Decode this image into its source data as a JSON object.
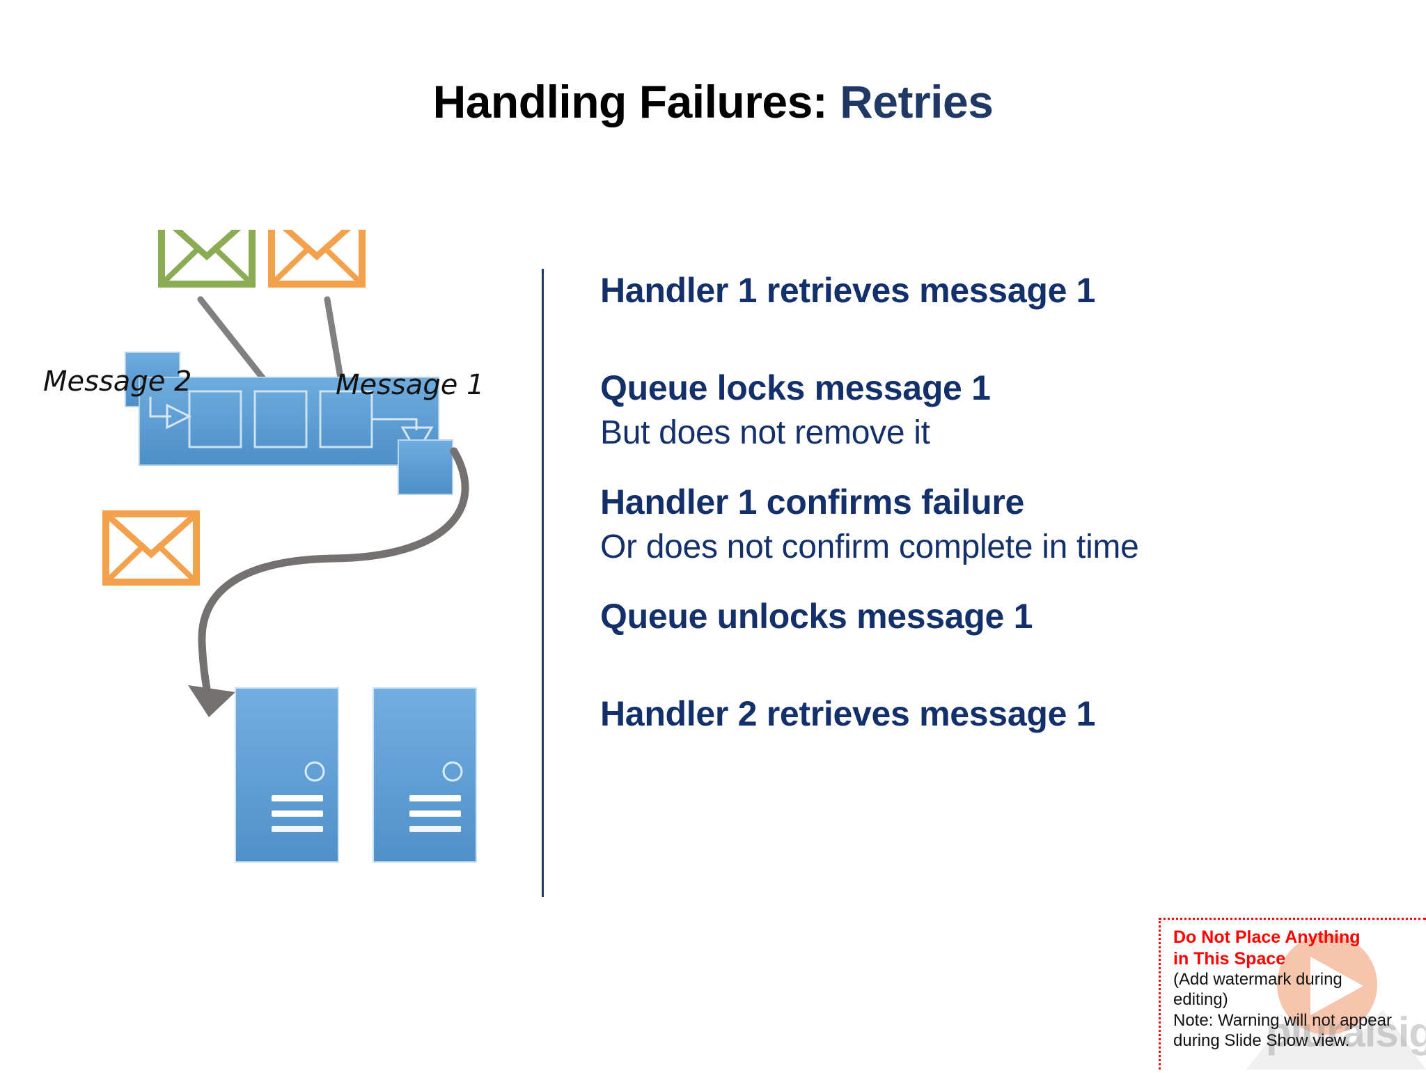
{
  "title": {
    "main": "Handling Failures:",
    "accent": "Retries"
  },
  "colors": {
    "title_black": "#000000",
    "title_accent": "#1F3864",
    "bullet_navy": "#14306B",
    "divider": "#1F3864",
    "queue_blue": "#5B9BD5",
    "server_blue": "#5B9BD5",
    "envelope_green": "#8CAB55",
    "envelope_orange": "#F4A14E",
    "arrow_gray": "#767171",
    "warning_red": "#FF0000",
    "watermark_salmon": "#F7C0A8"
  },
  "bullets": [
    {
      "head": "Handler 1 retrieves message 1",
      "sub": ""
    },
    {
      "head": "Queue locks message 1",
      "sub": "But does not remove it"
    },
    {
      "head": "Handler 1 confirms failure",
      "sub": "Or does not confirm complete in time"
    },
    {
      "head": "Queue unlocks message 1",
      "sub": ""
    },
    {
      "head": "Handler 2 retrieves message 1",
      "sub": ""
    }
  ],
  "diagram": {
    "labels": {
      "message_2": "Message 2",
      "message_1": "Message 1"
    },
    "envelopes": [
      {
        "name": "message-2-envelope",
        "color": "#8CAB55"
      },
      {
        "name": "message-1-envelope",
        "color": "#F4A14E"
      },
      {
        "name": "requeued-message-envelope",
        "color": "#F4A14E"
      }
    ],
    "queue_slots": 3,
    "servers": 2
  },
  "warning": {
    "line1": "Do Not Place Anything",
    "line2": "in This Space",
    "line3": "(Add watermark during",
    "line4": "editing)",
    "line5": "Note:  Warning will not appear",
    "line6": "during Slide Show view."
  },
  "watermark": {
    "brand": "pluralsight",
    "icon": "play-button-icon"
  }
}
